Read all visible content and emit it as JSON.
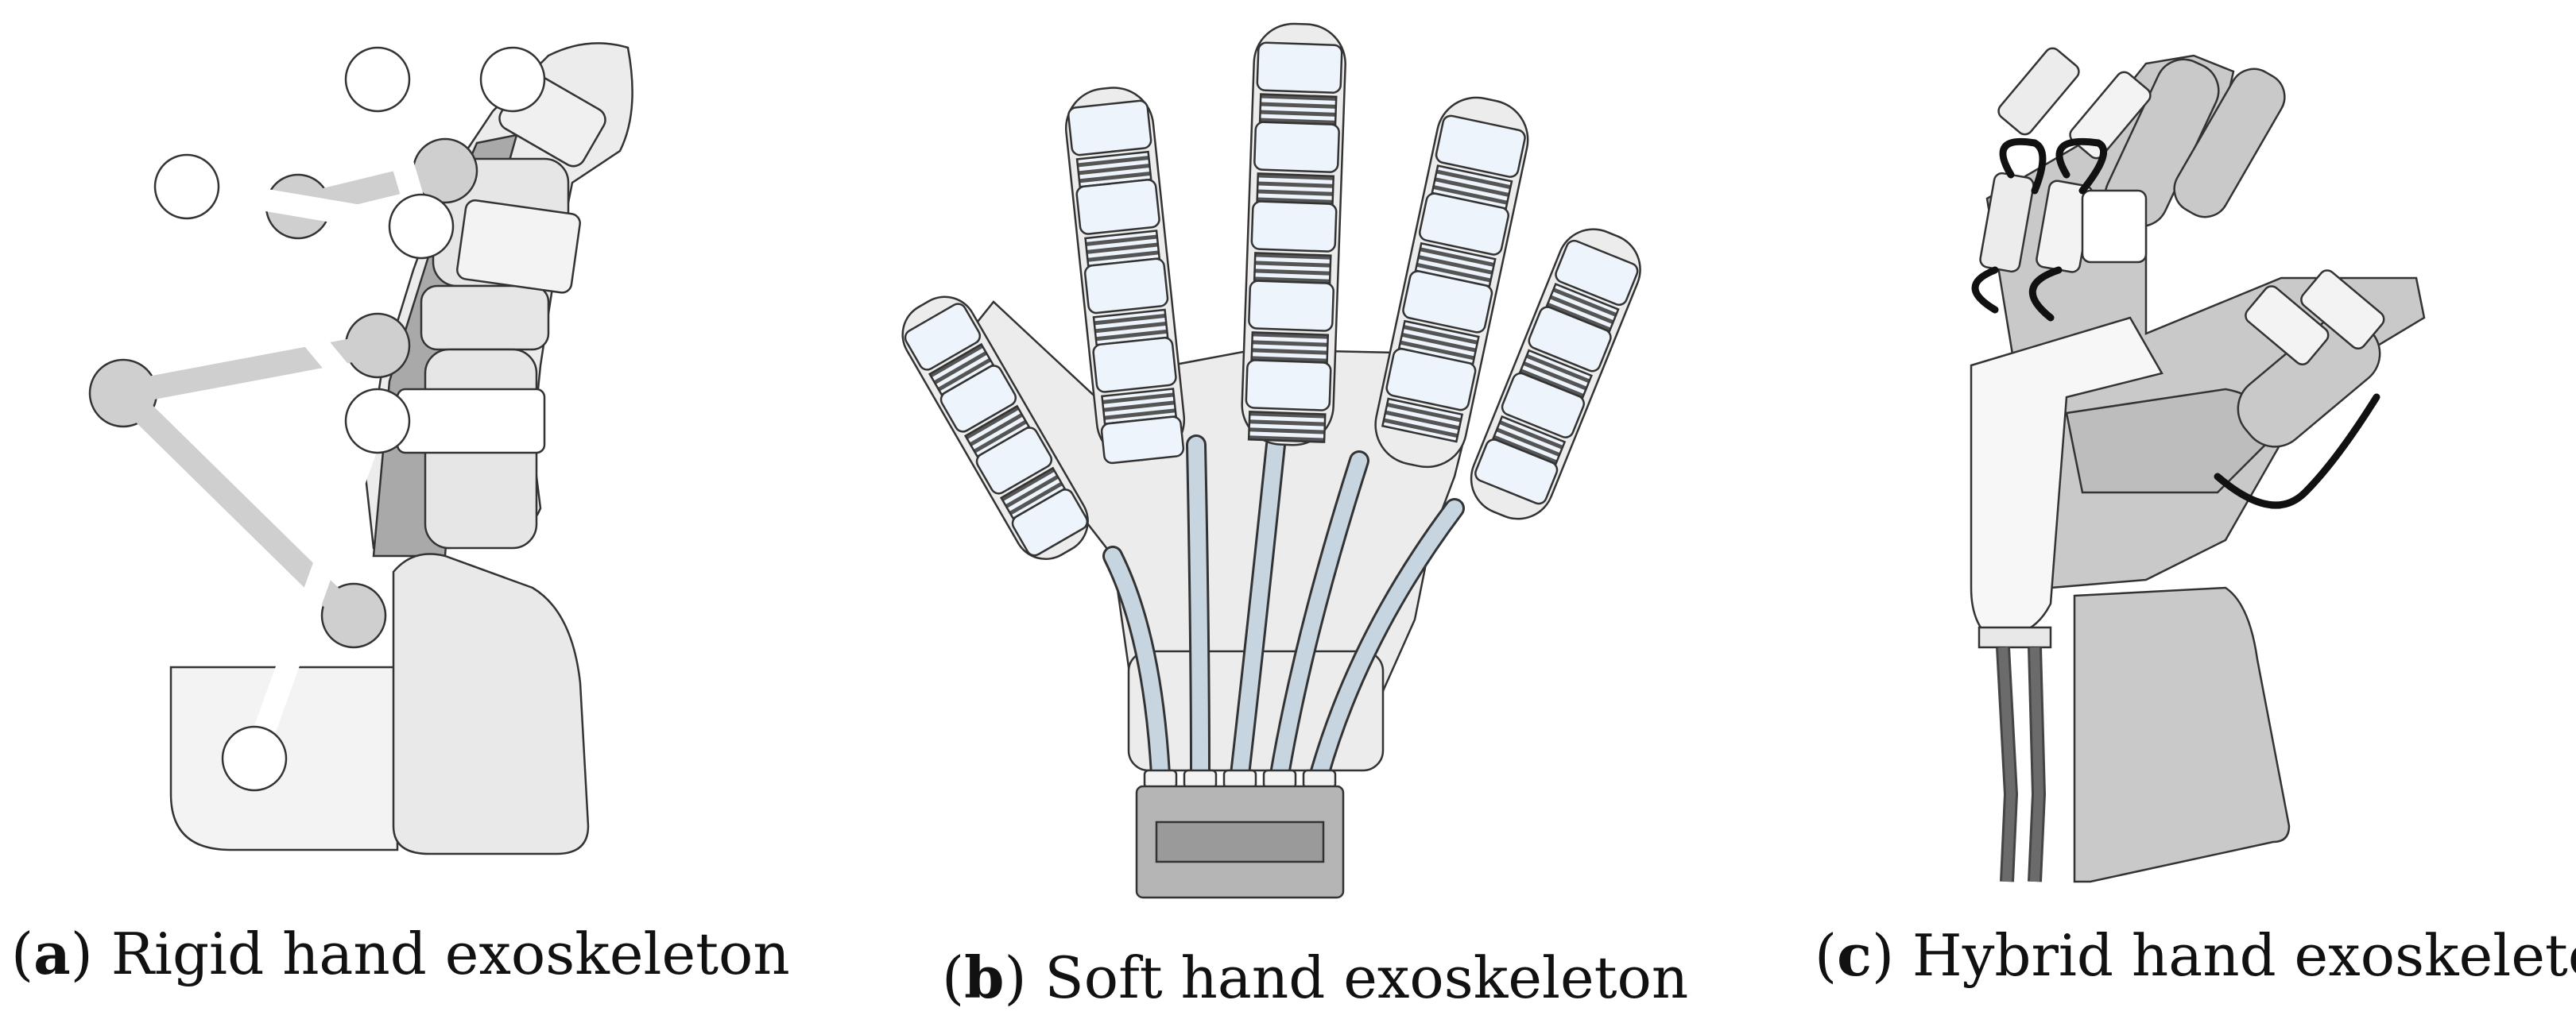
{
  "captions": {
    "a": {
      "letter": "a",
      "text": " Rigid hand exoskeleton"
    },
    "b": {
      "letter": "b",
      "text": " Soft hand exoskeleton"
    },
    "c": {
      "letter": "c",
      "text": " Hybrid hand exoskeleton"
    }
  },
  "colors": {
    "stroke": "#333333",
    "light_gray": "#ececec",
    "mid_gray": "#cfcfcf",
    "dark_gray": "#a9a9a9",
    "tube_blue": "#c7d5e0",
    "pad_blue": "#eef4fb",
    "cable": "#111111"
  }
}
